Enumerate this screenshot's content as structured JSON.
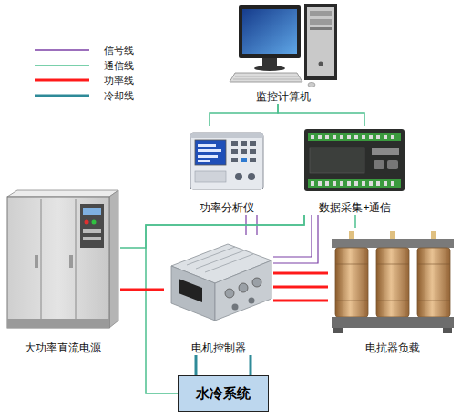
{
  "diagram": {
    "nodes": [
      {
        "text": [
          "监控计算机"
        ]
      },
      {
        "text": [
          "功率分析仪"
        ]
      },
      {
        "text": [
          "数据采集+通信"
        ]
      },
      {
        "text": [
          "大功率直流电源"
        ]
      },
      {
        "text": [
          "电机控制器"
        ]
      },
      {
        "text": [
          "电抗器负载"
        ]
      },
      {
        "text": [
          "水冷系统"
        ]
      }
    ],
    "edges": [
      {
        "from": 0,
        "to": 1,
        "arrow": "none"
      },
      {
        "from": 0,
        "to": 2,
        "arrow": "none"
      },
      {
        "from": 1,
        "to": 4,
        "arrow": "none"
      },
      {
        "from": 1,
        "to": 4,
        "arrow": "none"
      },
      {
        "from": 2,
        "to": 3,
        "arrow": "none"
      },
      {
        "from": 2,
        "to": 6,
        "arrow": "none"
      },
      {
        "from": 2,
        "to": 5,
        "arrow": "none"
      },
      {
        "from": 2,
        "to": 4,
        "arrow": "none"
      },
      {
        "from": 2,
        "to": 4,
        "arrow": "none"
      },
      {
        "from": 3,
        "to": 4,
        "arrow": "none"
      },
      {
        "from": 4,
        "to": 5,
        "arrow": "none"
      },
      {
        "from": 4,
        "to": 5,
        "arrow": "none"
      },
      {
        "from": 4,
        "to": 5,
        "arrow": "none"
      },
      {
        "from": 4,
        "to": 6,
        "arrow": "none"
      },
      {
        "from": 4,
        "to": 6,
        "arrow": "none"
      }
    ],
    "legend": [
      {
        "text": "信号线"
      },
      {
        "text": "通信线"
      },
      {
        "text": "功率线"
      },
      {
        "text": "冷却线"
      }
    ]
  }
}
